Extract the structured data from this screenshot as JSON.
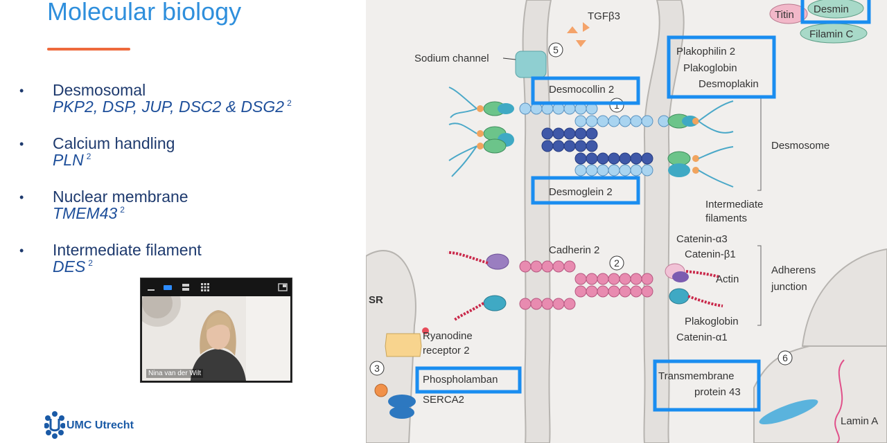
{
  "slide": {
    "title": "Molecular biology",
    "bullets": [
      {
        "head": "Desmosomal",
        "genes": "PKP2, DSP, JUP, DSC2 & DSG2",
        "ref": "2"
      },
      {
        "head": "Calcium handling",
        "genes": "PLN",
        "ref": "2"
      },
      {
        "head": "Nuclear membrane",
        "genes": "TMEM43",
        "ref": "2"
      },
      {
        "head": "Intermediate filament",
        "genes": "DES",
        "ref": "2"
      }
    ],
    "logo_text": "UMC Utrecht"
  },
  "video": {
    "participant_name": "Nina van der Wilt",
    "toolbar_icons": [
      "minimize-icon",
      "active-speaker-icon",
      "split-view-icon",
      "grid-view-icon",
      "pip-icon"
    ]
  },
  "figure": {
    "labels": {
      "tgfb3": "TGFβ3",
      "sodium_channel": "Sodium channel",
      "desmocollin": "Desmocollin 2",
      "desmoglein": "Desmoglein 2",
      "plakophilin": "Plakophilin 2",
      "plakoglobin_top": "Plakoglobin",
      "desmoplakin": "Desmoplakin",
      "desmosome": "Desmosome",
      "intermediate": "Intermediate",
      "filaments": "filaments",
      "cadherin": "Cadherin 2",
      "catenin_a3": "Catenin-α3",
      "catenin_b1": "Catenin-β1",
      "actin": "Actin",
      "adherens": "Adherens",
      "junction": "junction",
      "plakoglobin_bottom": "Plakoglobin",
      "catenin_a1": "Catenin-α1",
      "sr": "SR",
      "ryanodine": "Ryanodine",
      "receptor": "receptor 2",
      "phospholamban": "Phospholamban",
      "serca": "SERCA2",
      "transmembrane": "Transmembrane",
      "protein43": "protein 43",
      "lamin": "Lamin A",
      "titin": "Titin",
      "desmin": "Desmin",
      "filamin": "Filamin C"
    },
    "numbers": [
      "5",
      "1",
      "2",
      "3",
      "6"
    ],
    "highlight_color": "#1a8df0"
  }
}
